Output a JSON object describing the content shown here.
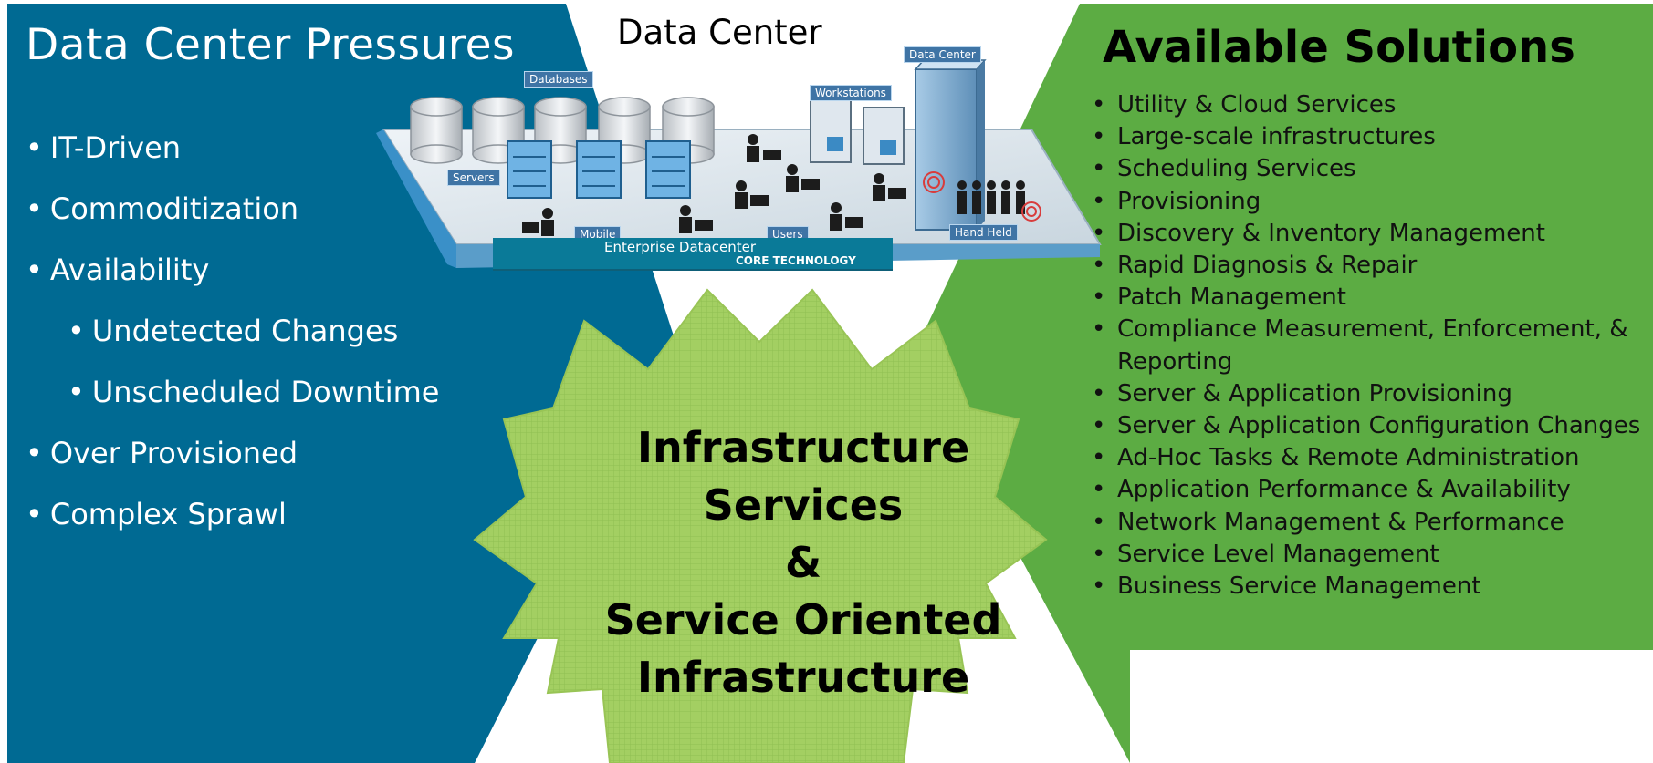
{
  "left_panel": {
    "title": "Data Center Pressures",
    "items": [
      {
        "label": "IT-Driven",
        "level": 1
      },
      {
        "label": "Commoditization",
        "level": 1
      },
      {
        "label": "Availability",
        "level": 1
      },
      {
        "label": "Undetected Changes",
        "level": 2
      },
      {
        "label": "Unscheduled Downtime",
        "level": 2
      },
      {
        "label": "Over Provisioned",
        "level": 1
      },
      {
        "label": "Complex Sprawl",
        "level": 1
      }
    ],
    "color": "#006a93"
  },
  "right_panel": {
    "title": "Available Solutions",
    "items": [
      "Utility & Cloud Services",
      "Large-scale infrastructures",
      "Scheduling Services",
      "Provisioning",
      "Discovery & Inventory Management",
      "Rapid Diagnosis & Repair",
      "Patch Management",
      "Compliance Measurement, Enforcement, & Reporting",
      "Server & Application Provisioning",
      "Server & Application Configuration Changes",
      "Ad-Hoc Tasks & Remote Administration",
      "Application Performance & Availability",
      "Network Management & Performance",
      "Service Level Management",
      "Business Service Management"
    ],
    "color": "#5cac43"
  },
  "center": {
    "lines": [
      "Infrastructure",
      "Services",
      "&",
      "Service Oriented",
      "Infrastructure"
    ],
    "color": "#a3cf62"
  },
  "datacenter": {
    "title": "Data Center",
    "tags": {
      "databases": "Databases",
      "servers": "Servers",
      "workstations": "Workstations",
      "data_center": "Data Center",
      "mobile": "Mobile",
      "users": "Users",
      "hand_held": "Hand Held"
    },
    "enterprise_label": "Enterprise Datacenter",
    "core_label": "CORE TECHNOLOGY"
  }
}
